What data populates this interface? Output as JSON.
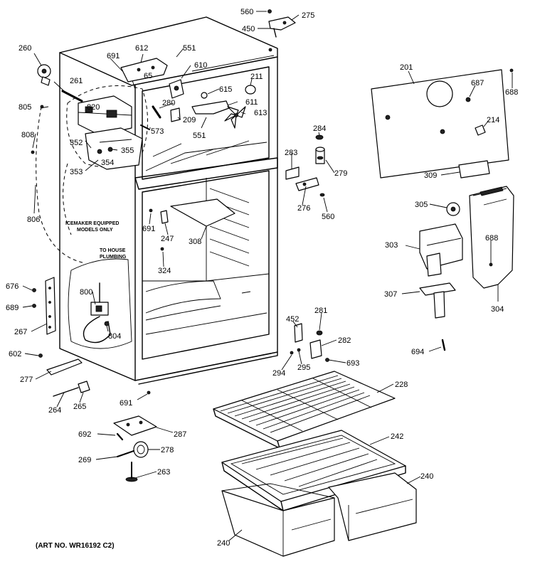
{
  "notes": {
    "icemaker_line1": "ICEMAKER EQUIPPED",
    "icemaker_line2": "MODELS ONLY",
    "house_line1": "TO HOUSE",
    "house_line2": "PLUMBING",
    "art_number": "(ART NO. WR16192  C2)"
  },
  "labels": {
    "p560a": "560",
    "p275": "275",
    "p450": "450",
    "p260": "260",
    "p612": "612",
    "p551a": "551",
    "p691a": "691",
    "p610": "610",
    "p261": "261",
    "p65": "65",
    "p211": "211",
    "p615": "615",
    "p805": "805",
    "p820": "820",
    "p280": "280",
    "p611": "611",
    "p613": "613",
    "p209": "209",
    "p573": "573",
    "p551b": "551",
    "p808": "808",
    "p352": "352",
    "p355": "355",
    "p354": "354",
    "p353": "353",
    "p284": "284",
    "p283": "283",
    "p279": "279",
    "p276": "276",
    "p560b": "560",
    "p806": "806",
    "p691b": "691",
    "p247": "247",
    "p308": "308",
    "p324": "324",
    "p676": "676",
    "p800": "800",
    "p689": "689",
    "p267": "267",
    "p804": "804",
    "p602": "602",
    "p452": "452",
    "p281": "281",
    "p282": "282",
    "p294": "294",
    "p295": "295",
    "p693": "693",
    "p277": "277",
    "p691c": "691",
    "p264": "264",
    "p265": "265",
    "p228": "228",
    "p692": "692",
    "p287": "287",
    "p269": "269",
    "p278": "278",
    "p263": "263",
    "p242": "242",
    "p240a": "240",
    "p240b": "240",
    "p201": "201",
    "p687": "687",
    "p688a": "688",
    "p214": "214",
    "p309": "309",
    "p305": "305",
    "p303": "303",
    "p688b": "688",
    "p307": "307",
    "p304": "304",
    "p694": "694"
  }
}
